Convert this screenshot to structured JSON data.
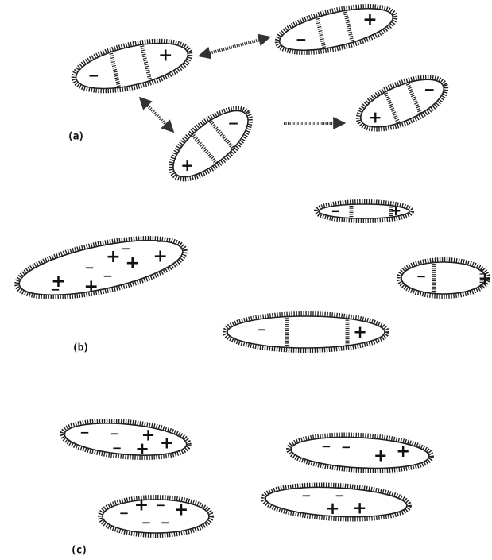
{
  "panels": [
    {
      "label": "(a)"
    },
    {
      "label": "(b)"
    },
    {
      "label": "(c)"
    }
  ],
  "signs": {
    "plus": "+",
    "minus": "−"
  }
}
